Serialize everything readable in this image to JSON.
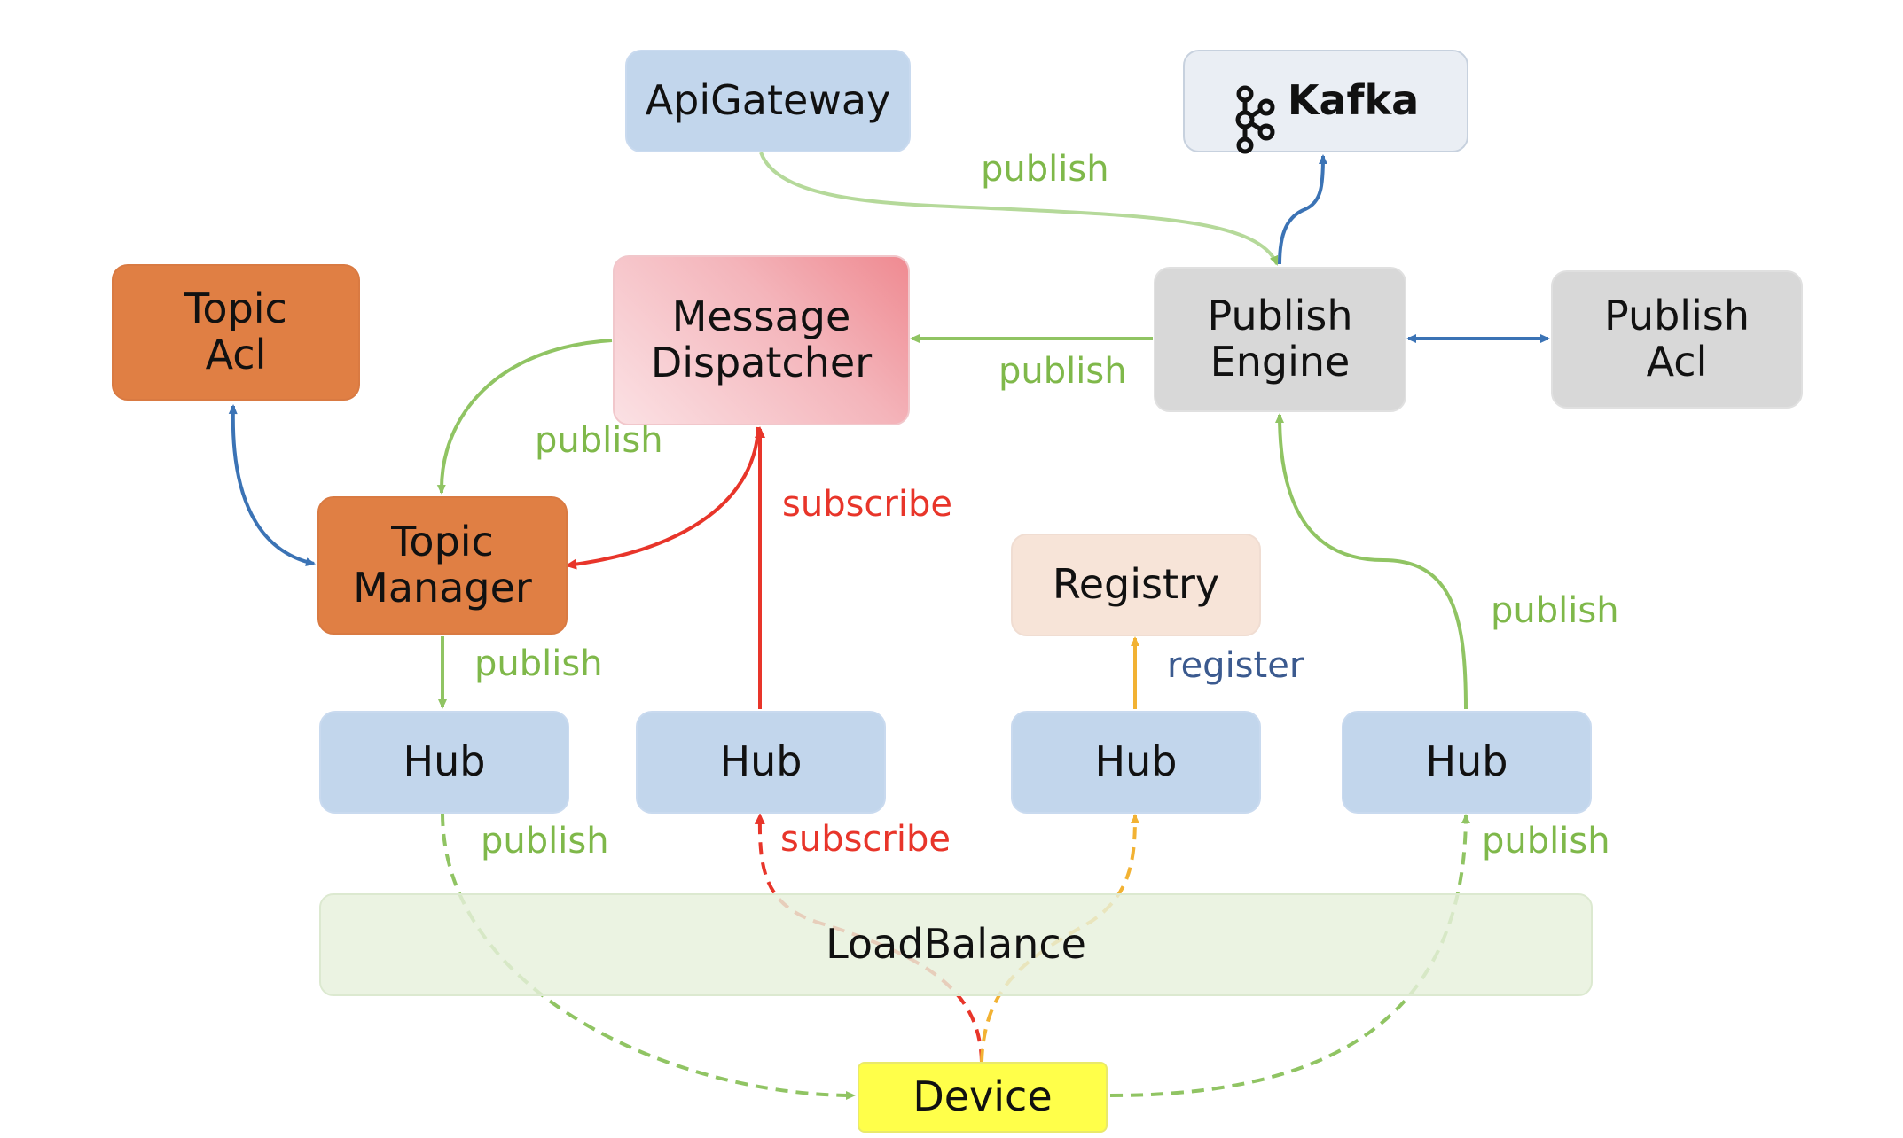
{
  "nodes": {
    "api_gateway": "ApiGateway",
    "kafka": "Kafka",
    "topic_acl": "Topic\nAcl",
    "message_dispatcher": "Message\nDispatcher",
    "publish_engine": "Publish\nEngine",
    "publish_acl": "Publish\nAcl",
    "topic_manager": "Topic\nManager",
    "registry": "Registry",
    "hub_1": "Hub",
    "hub_2": "Hub",
    "hub_3": "Hub",
    "hub_4": "Hub",
    "load_balance": "LoadBalance",
    "device": "Device"
  },
  "edge_labels": {
    "api_publish": "publish",
    "engine_to_dispatcher": "publish",
    "dispatcher_to_manager": "publish",
    "subscribe_dispatcher": "subscribe",
    "manager_to_hub": "publish",
    "register": "register",
    "hub4_to_engine": "publish",
    "hub1_to_device": "publish",
    "device_subscribe": "subscribe",
    "device_to_hub4": "publish"
  },
  "colors": {
    "publish": "#90c463",
    "subscribe": "#e8352a",
    "register": "#f2b233",
    "bidirectional": "#3b73b5"
  },
  "icons": {
    "kafka": "kafka-logo-icon"
  }
}
